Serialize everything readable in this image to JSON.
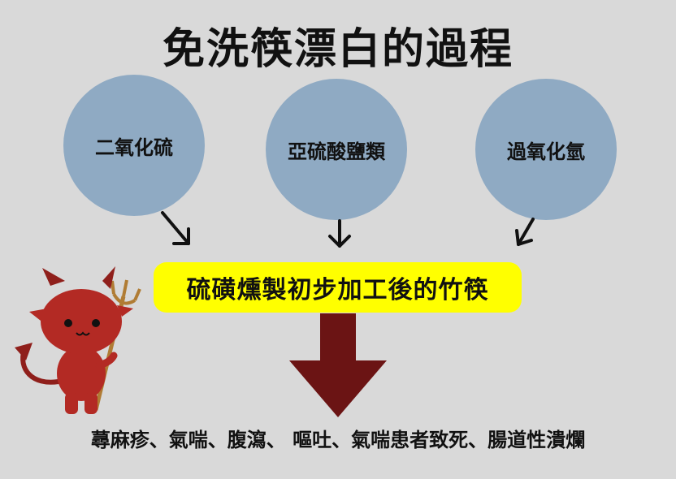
{
  "title": "免洗筷漂白的過程",
  "sources": [
    "二氧化硫",
    "亞硫酸鹽類",
    "過氧化氫"
  ],
  "process": "硫磺燻製初步加工後的竹筷",
  "effects": "蕁麻疹、氣喘、腹瀉、 嘔吐、氣喘患者致死、腸道性潰爛",
  "colors": {
    "background": "#d9d9d9",
    "circle": "#8faac3",
    "highlight": "#ffff00",
    "big_arrow": "#6b1414",
    "devil": "#b32a24"
  }
}
